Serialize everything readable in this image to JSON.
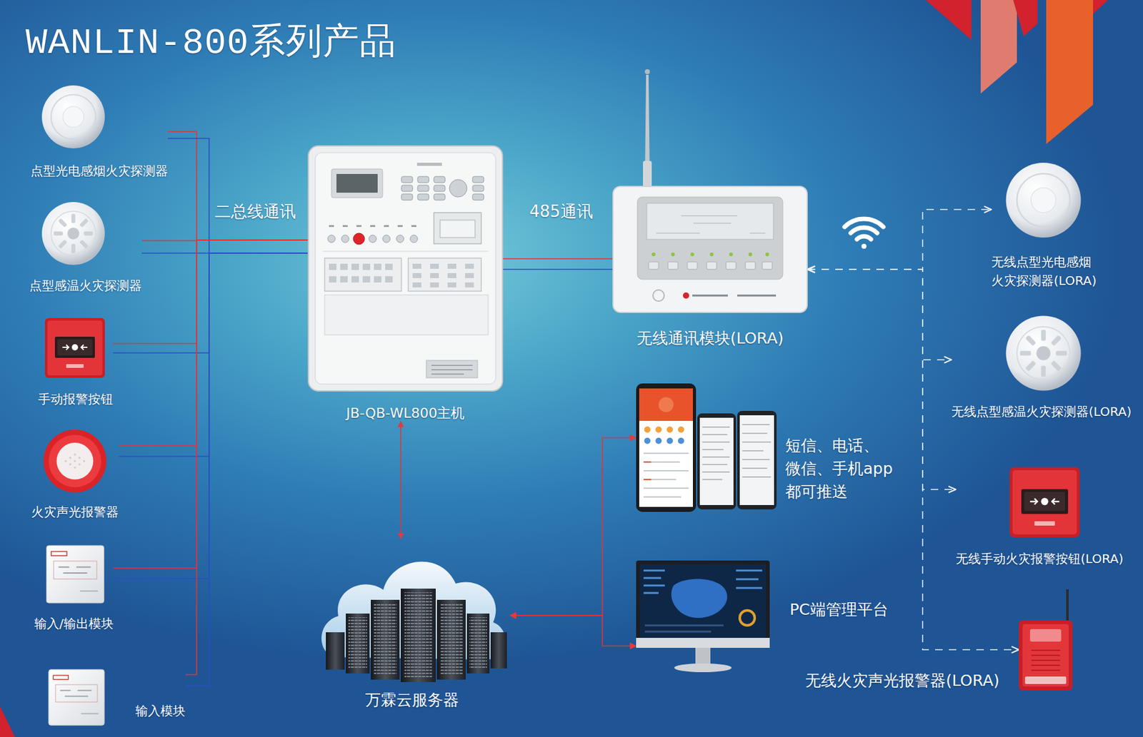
{
  "diagram": {
    "title": "WANLIN-800系列产品",
    "nodes": [
      {
        "text": [
          "点型光电感烟火灾探测器"
        ]
      },
      {
        "text": [
          "点型感温火灾探测器"
        ]
      },
      {
        "text": [
          "手动报警按钮"
        ]
      },
      {
        "text": [
          "火灾声光报警器"
        ]
      },
      {
        "text": [
          "输入/输出模块"
        ]
      },
      {
        "text": [
          "输入模块"
        ]
      },
      {
        "text": [
          "JB-QB-WL800主机"
        ]
      },
      {
        "text": [
          "无线通讯模块(LORA)"
        ]
      },
      {
        "text": [
          "万霖云服务器"
        ]
      },
      {
        "text": [
          "短信、电话、 微信、手机app 都可推送"
        ]
      },
      {
        "text": [
          "PC端管理平台"
        ]
      },
      {
        "text": [
          "无线点型光电感烟 火灾探测器(LORA)"
        ]
      },
      {
        "text": [
          "无线点型感温火灾探测器(LORA)"
        ]
      },
      {
        "text": [
          "无线手动火灾报警按钮(LORA)"
        ]
      },
      {
        "text": [
          "无线火灾声光报警器(LORA)"
        ]
      }
    ],
    "edges": [
      {
        "from": 0,
        "to": 6,
        "arrow": "none"
      },
      {
        "from": 1,
        "to": 6,
        "arrow": "none"
      },
      {
        "from": 2,
        "to": 6,
        "arrow": "none"
      },
      {
        "from": 3,
        "to": 6,
        "arrow": "none"
      },
      {
        "from": 4,
        "to": 6,
        "arrow": "none"
      },
      {
        "from": 5,
        "to": 6,
        "arrow": "none"
      },
      {
        "from": 6,
        "to": 7,
        "label": "485通讯",
        "arrow": "none"
      },
      {
        "from": 6,
        "to": 8,
        "arrow": "both"
      },
      {
        "from": 8,
        "to": 9,
        "arrow": "both"
      },
      {
        "from": 8,
        "to": 10,
        "arrow": "both"
      },
      {
        "from": 7,
        "to": 11,
        "arrow": "both"
      },
      {
        "from": 7,
        "to": 12,
        "arrow": "both"
      },
      {
        "from": 7,
        "to": 13,
        "arrow": "both"
      },
      {
        "from": 7,
        "to": 14,
        "arrow": "both"
      }
    ],
    "labels": [
      "二总线通讯"
    ]
  }
}
